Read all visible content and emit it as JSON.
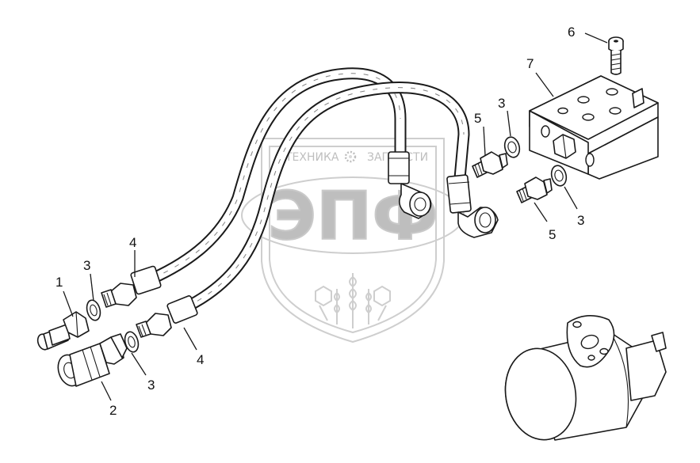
{
  "watermark": {
    "line1_left": "ТЕХНИКА",
    "line1_right": "ЗАПЧАСТИ",
    "logo": "ЭПФ"
  },
  "callouts": {
    "c1": "1",
    "c2": "2",
    "c3a": "3",
    "c3b": "3",
    "c3c": "3",
    "c3d": "3",
    "c4a": "4",
    "c4b": "4",
    "c5a": "5",
    "c5b": "5",
    "c6": "6",
    "c7": "7"
  },
  "icons": [
    "hex-nut-icon",
    "gear-icon",
    "wheat-ear-icon"
  ]
}
